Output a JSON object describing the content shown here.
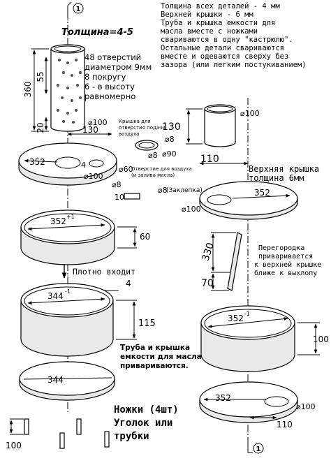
{
  "markers": {
    "section": "1"
  },
  "notes": {
    "thickness": "Толщина=4-5",
    "general": [
      "Толщина всех деталей - 4 мм",
      "Верхней крышки - 6 мм",
      "Труба и крышка емкости для",
      "масла вместе с ножками",
      "свариваются в одну \"кастрюлю\".",
      "Остальные детали свариваются",
      "вместе и одеваются сверху без",
      "зазора (или легким постукиванием)"
    ],
    "holes": [
      "48 отверстий",
      "диаметром 9мм",
      "8 покругу",
      "6 - в высоту",
      "равномерно"
    ],
    "air_cap": [
      "Крышка для",
      "отверстия подачи",
      "воздуха"
    ],
    "air_hole": [
      "Отверстие для воздуха",
      "(и залива масла)"
    ],
    "plug": "(Заклепка)",
    "press_fit": "Плотно входит",
    "weld_note": [
      "Труба и крышка",
      "емкости для масла",
      "привариваются."
    ],
    "legs": [
      "Ножки (4шт)",
      "Уголок или",
      "трубки"
    ],
    "top_cover": [
      "Верхняя крышка",
      "толщина 6мм"
    ],
    "partition": [
      "Перегородка",
      "приваривается",
      "к верхней крышке",
      "ближе к выхлопу"
    ]
  },
  "dims": {
    "pipe_h": "360",
    "pipe_55": "55",
    "pipe_20": "20",
    "d100_a": "100",
    "w130": "130",
    "disk352": "352",
    "d60": "60",
    "d100_b": "100",
    "n4_a": "4",
    "d8_a": "8",
    "d90": "90",
    "d8_b": "8",
    "d8_c": "8",
    "d8_d": "8",
    "d10": "10",
    "ring352": "352",
    "ring352_sup": "+1",
    "h60": "60",
    "ring344": "344",
    "ring344_sup": "-1",
    "n4_b": "4",
    "h115": "115",
    "disk344": "344",
    "leg100": "100",
    "small_pipe_d": "100",
    "small_pipe_h": "130",
    "w110_top": "110",
    "top352": "352",
    "top_d100": "100",
    "part330": "330",
    "part70": "70",
    "ring352b": "352",
    "ring352b_sup": "-1",
    "h100": "100",
    "bottom352": "352",
    "bottom_d100": "100",
    "w110_bottom": "110"
  }
}
